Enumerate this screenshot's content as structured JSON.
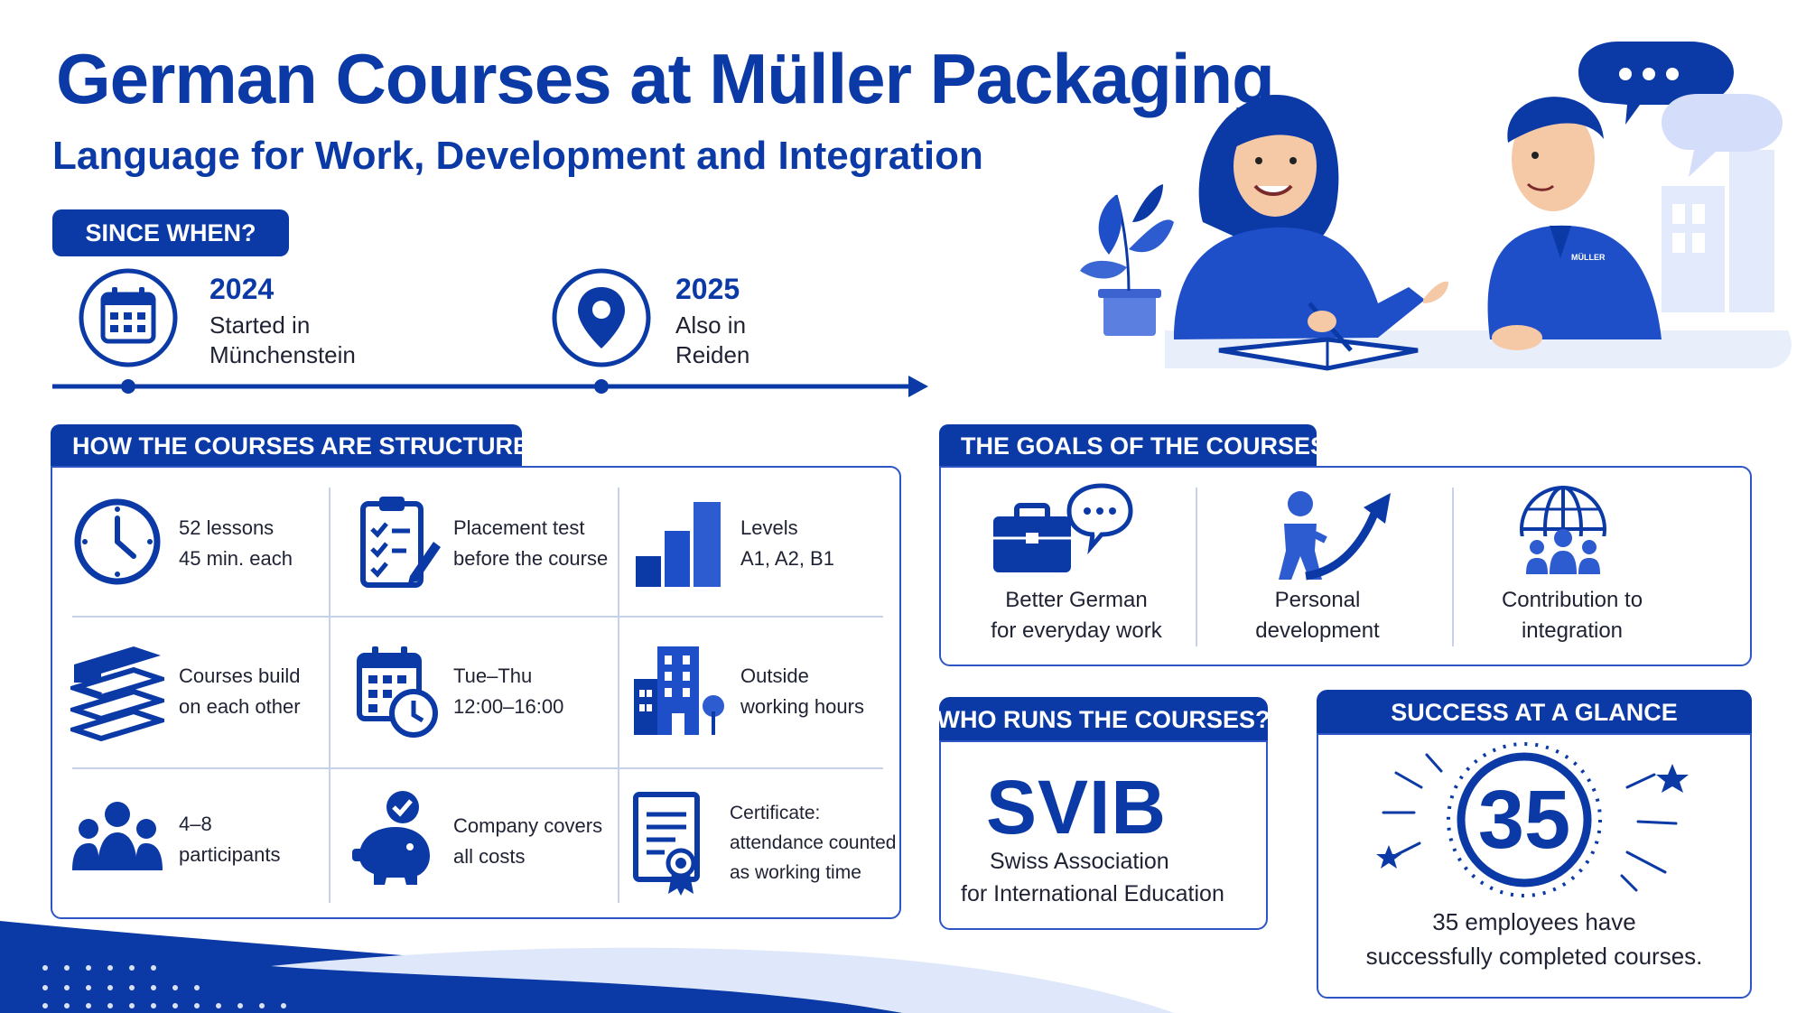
{
  "header": {
    "title": "German Courses at Müller Packaging",
    "subtitle": "Language for Work, Development and Integration"
  },
  "since": {
    "heading": "SINCE WHEN?",
    "milestones": [
      {
        "year": "2024",
        "text": "Started in\nMünchenstein",
        "icon": "calendar-icon"
      },
      {
        "year": "2025",
        "text": "Also in\nReiden",
        "icon": "location-pin-icon"
      }
    ]
  },
  "structure": {
    "heading": "HOW THE COURSES ARE STRUCTURED",
    "items": [
      {
        "text": "52 lessons\n45 min. each",
        "icon": "clock-icon"
      },
      {
        "text": "Placement test\nbefore the course",
        "icon": "clipboard-checklist-icon"
      },
      {
        "text": "Levels\nA1, A2, B1",
        "icon": "bar-levels-icon"
      },
      {
        "text": "Courses build\non each other",
        "icon": "book-stack-icon"
      },
      {
        "text": "Tue–Thu\n12:00–16:00",
        "icon": "calendar-clock-icon"
      },
      {
        "text": "Outside\nworking hours",
        "icon": "office-building-icon"
      },
      {
        "text": "4–8\nparticipants",
        "icon": "group-icon"
      },
      {
        "text": "Company covers\nall costs",
        "icon": "piggy-bank-icon"
      },
      {
        "text": "Certificate:\nattendance counted\nas working time",
        "icon": "certificate-icon"
      }
    ]
  },
  "goals": {
    "heading": "THE GOALS OF THE COURSES",
    "items": [
      {
        "text": "Better German\nfor everyday work",
        "icon": "briefcase-chat-icon"
      },
      {
        "text": "Personal\ndevelopment",
        "icon": "growth-person-icon"
      },
      {
        "text": "Contribution to\nintegration",
        "icon": "globe-people-icon"
      }
    ]
  },
  "runs": {
    "heading": "WHO RUNS THE COURSES?",
    "acronym": "SVIB",
    "line1": "Swiss Association",
    "line2": "for International Education"
  },
  "success": {
    "heading": "SUCCESS AT A GLANCE",
    "number": "35",
    "line1": "35 employees have",
    "line2": "successfully completed courses."
  },
  "illustration": {
    "shirt_logo": "MÜLLER"
  },
  "colors": {
    "primary": "#0b3aa6",
    "accent": "#2d56c4",
    "light": "#dfe7fb"
  }
}
